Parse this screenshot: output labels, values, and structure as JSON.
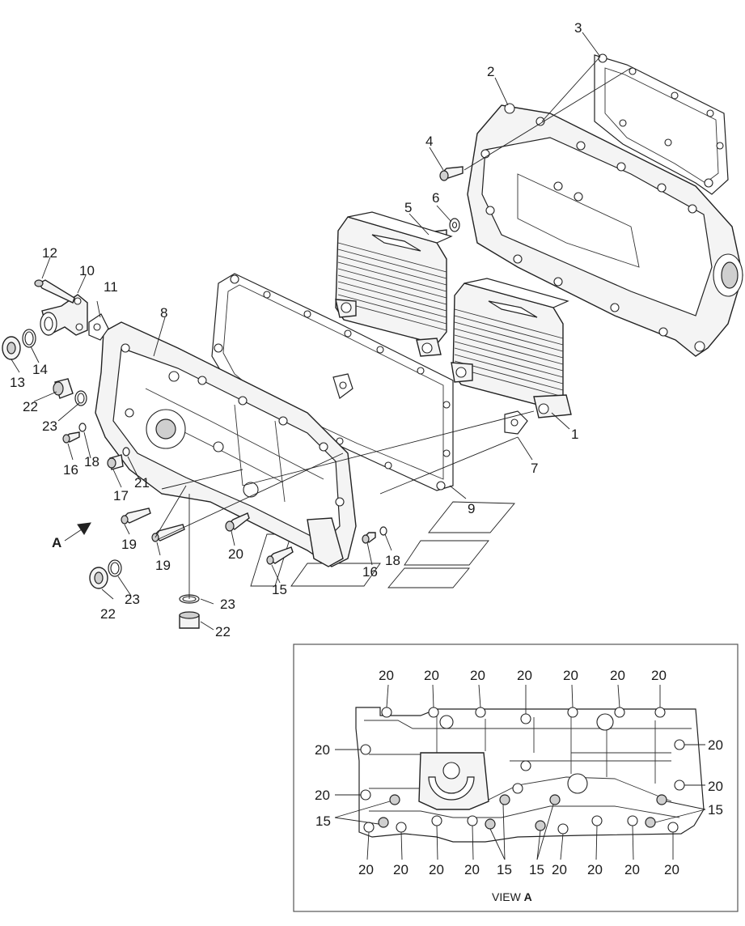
{
  "callouts": {
    "c1": "1",
    "c2": "2",
    "c3": "3",
    "c4": "4",
    "c5": "5",
    "c6": "6",
    "c7": "7",
    "c8": "8",
    "c9": "9",
    "c10": "10",
    "c11": "11",
    "c12": "12",
    "c13": "13",
    "c14": "14",
    "c15": "15",
    "c16": "16",
    "c17": "17",
    "c18": "18",
    "c19": "19",
    "c20": "20",
    "c21": "21",
    "c22": "22",
    "c23": "23"
  },
  "arrow_label": "A",
  "view": {
    "caption_prefix": "VIEW",
    "caption_letter": "A",
    "bolt_label": "20",
    "group_label": "15"
  }
}
